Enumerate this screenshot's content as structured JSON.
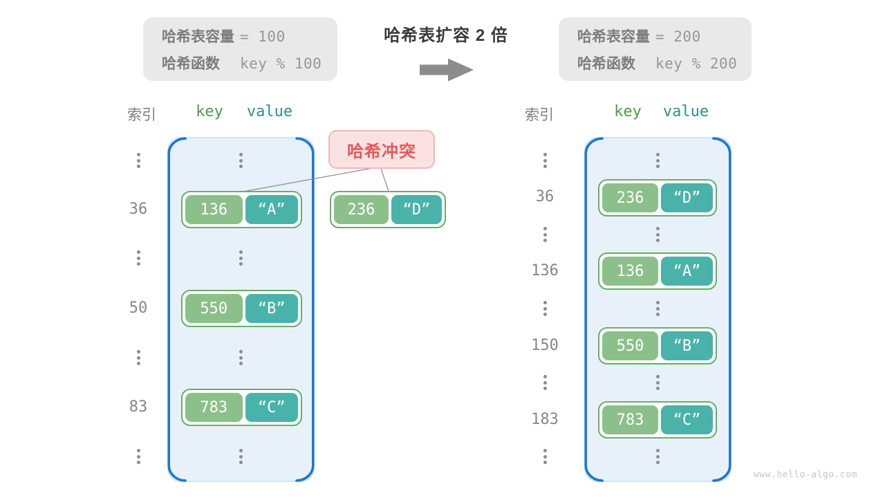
{
  "meta": {
    "watermark": "www.hello-algo.com"
  },
  "colors": {
    "container_fill": "#E8F1FA",
    "container_border": "#1B79CE",
    "container_edge": "#CADEF2",
    "key_green": "#8CC08A",
    "value_teal": "#49B3A9",
    "pair_border": "#66AF66",
    "key_text": "#4C9B4E",
    "value_text": "#2F8F87",
    "collision_bg": "#FBE2E2",
    "collision_border": "#F5B5B5",
    "collision_text": "#E4585C",
    "info_bg": "#E9E9E9",
    "label_gray": "#7D7D7D",
    "mono_gray": "#979797",
    "title_dark": "#3A3A3A",
    "arrow_gray": "#8C8C8C",
    "connector_gray": "#8A8A8A",
    "index_gray": "#868686",
    "dots_gray": "#8C8C8C",
    "watermark_gray": "#C6C6C6"
  },
  "top": {
    "before": {
      "cap_label": "哈希表容量",
      "cap_value": "= 100",
      "fn_label": "哈希函数",
      "fn_value": "key % 100"
    },
    "title": "哈希表扩容 2 倍",
    "after": {
      "cap_label": "哈希表容量",
      "cap_value": "= 200",
      "fn_label": "哈希函数",
      "fn_value": "key % 200"
    }
  },
  "collision": {
    "label": "哈希冲突",
    "pair": {
      "key": "236",
      "value": "“D”"
    }
  },
  "left_table": {
    "headers": {
      "index": "索引",
      "key": "key",
      "value": "value"
    },
    "rows": [
      {
        "index": "36",
        "key": "136",
        "value": "“A”"
      },
      {
        "index": "50",
        "key": "550",
        "value": "“B”"
      },
      {
        "index": "83",
        "key": "783",
        "value": "“C”"
      }
    ]
  },
  "right_table": {
    "headers": {
      "index": "索引",
      "key": "key",
      "value": "value"
    },
    "rows": [
      {
        "index": "36",
        "key": "236",
        "value": "“D”"
      },
      {
        "index": "136",
        "key": "136",
        "value": "“A”"
      },
      {
        "index": "150",
        "key": "550",
        "value": "“B”"
      },
      {
        "index": "183",
        "key": "783",
        "value": "“C”"
      }
    ]
  }
}
